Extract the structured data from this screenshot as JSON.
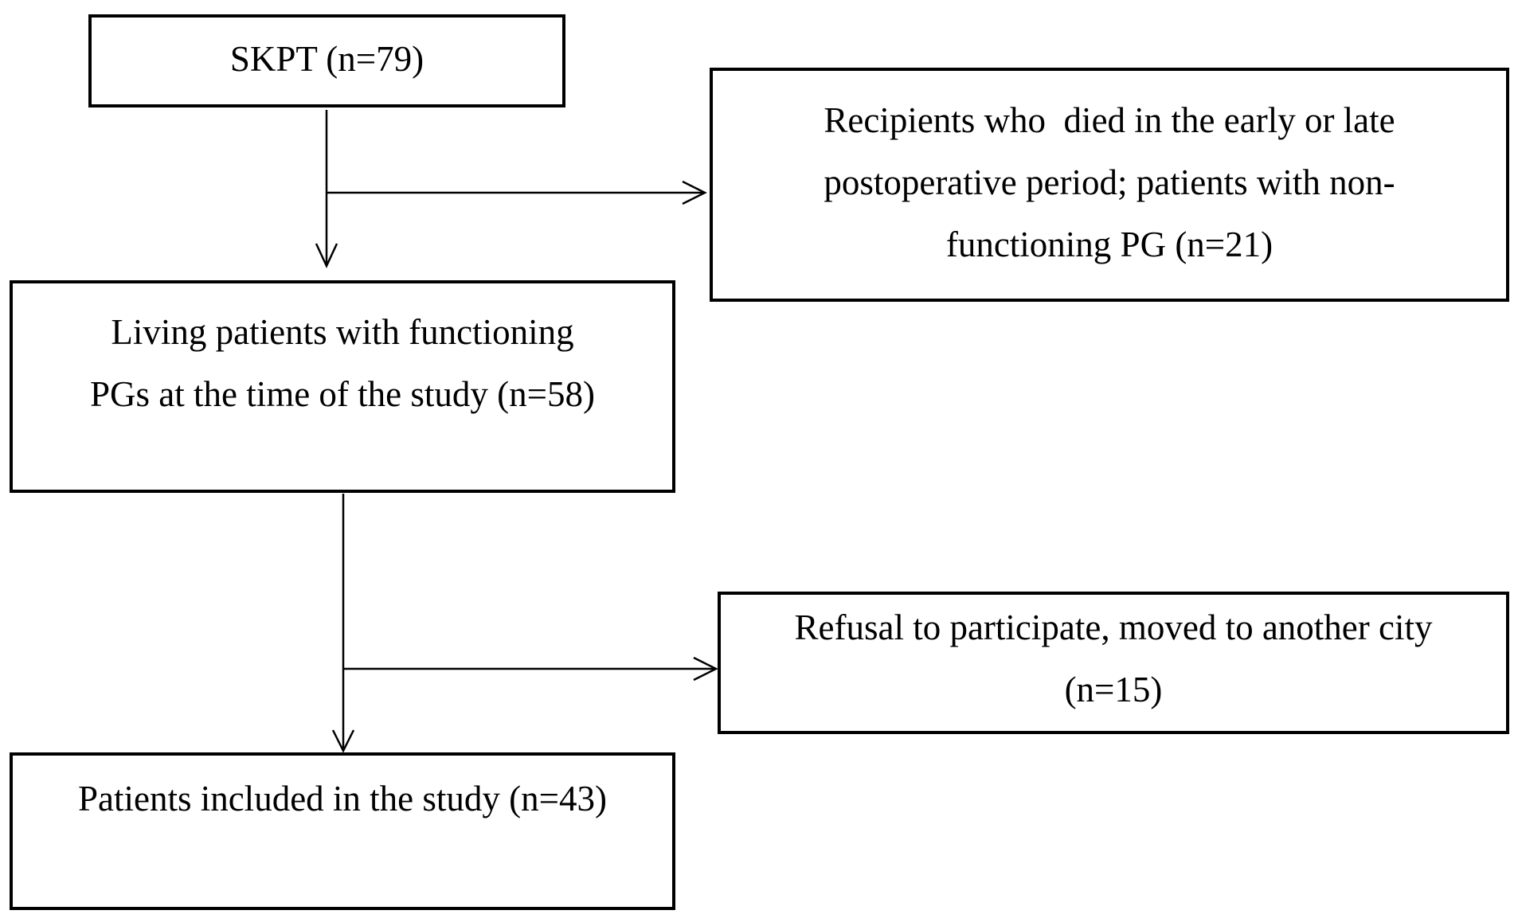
{
  "nodes": {
    "skpt": {
      "text": "SKPT (n=79)"
    },
    "died": {
      "text": "Recipients who  died in the early or late\npostoperative period; patients with non-\nfunctioning PG (n=21)"
    },
    "living": {
      "text": "Living patients with functioning\nPGs at the time of the study (n=58)"
    },
    "refusal": {
      "text": "Refusal to participate, moved to another city\n(n=15)"
    },
    "included": {
      "text": "Patients included in the study (n=43)"
    }
  },
  "edges": [
    {
      "from": "skpt",
      "to": "living"
    },
    {
      "from": "skpt",
      "to": "died"
    },
    {
      "from": "living",
      "to": "included"
    },
    {
      "from": "living",
      "to": "refusal"
    }
  ],
  "colors": {
    "stroke": "#000000",
    "background": "#ffffff"
  }
}
